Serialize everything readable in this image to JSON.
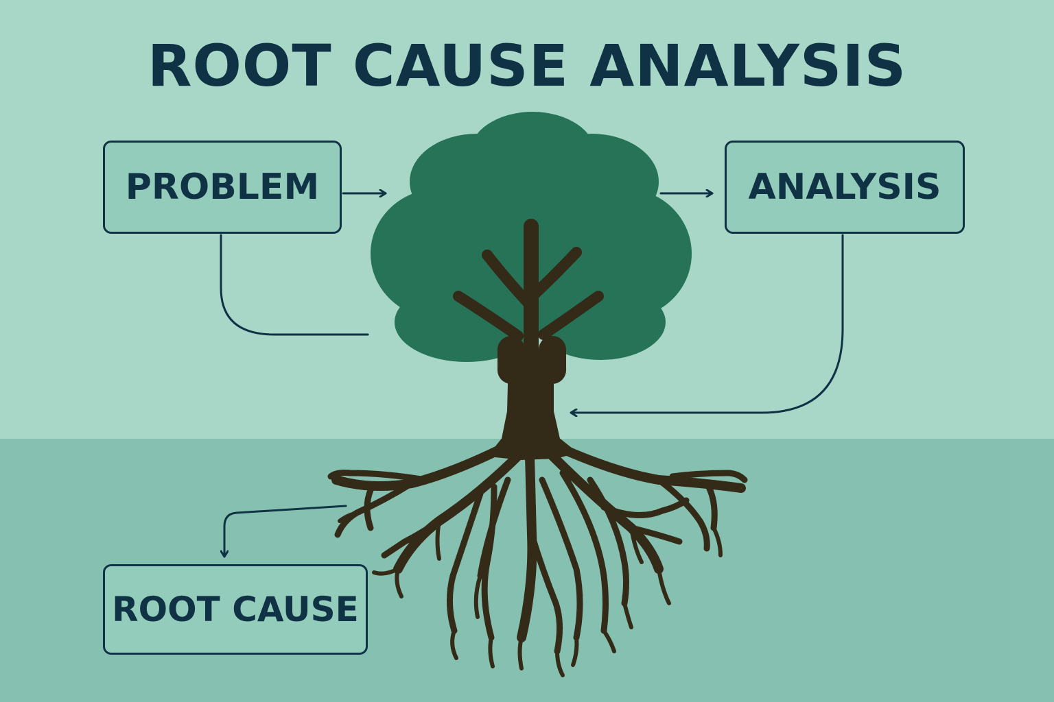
{
  "diagram": {
    "title": "ROOT CAUSE ANALYSIS",
    "nodes": {
      "problem": "PROBLEM",
      "analysis": "ANALYSIS",
      "root_cause": "ROOT CAUSE"
    },
    "colors": {
      "sky": "#a8d7c8",
      "ground": "#86c0b0",
      "box_fill": "#93ccbb",
      "ink": "#0f3245",
      "canopy": "#267358",
      "trunk": "#342a18"
    },
    "icons": [
      "tree-icon",
      "arrow-right-icon",
      "arrow-left-icon",
      "arrow-down-icon"
    ]
  }
}
